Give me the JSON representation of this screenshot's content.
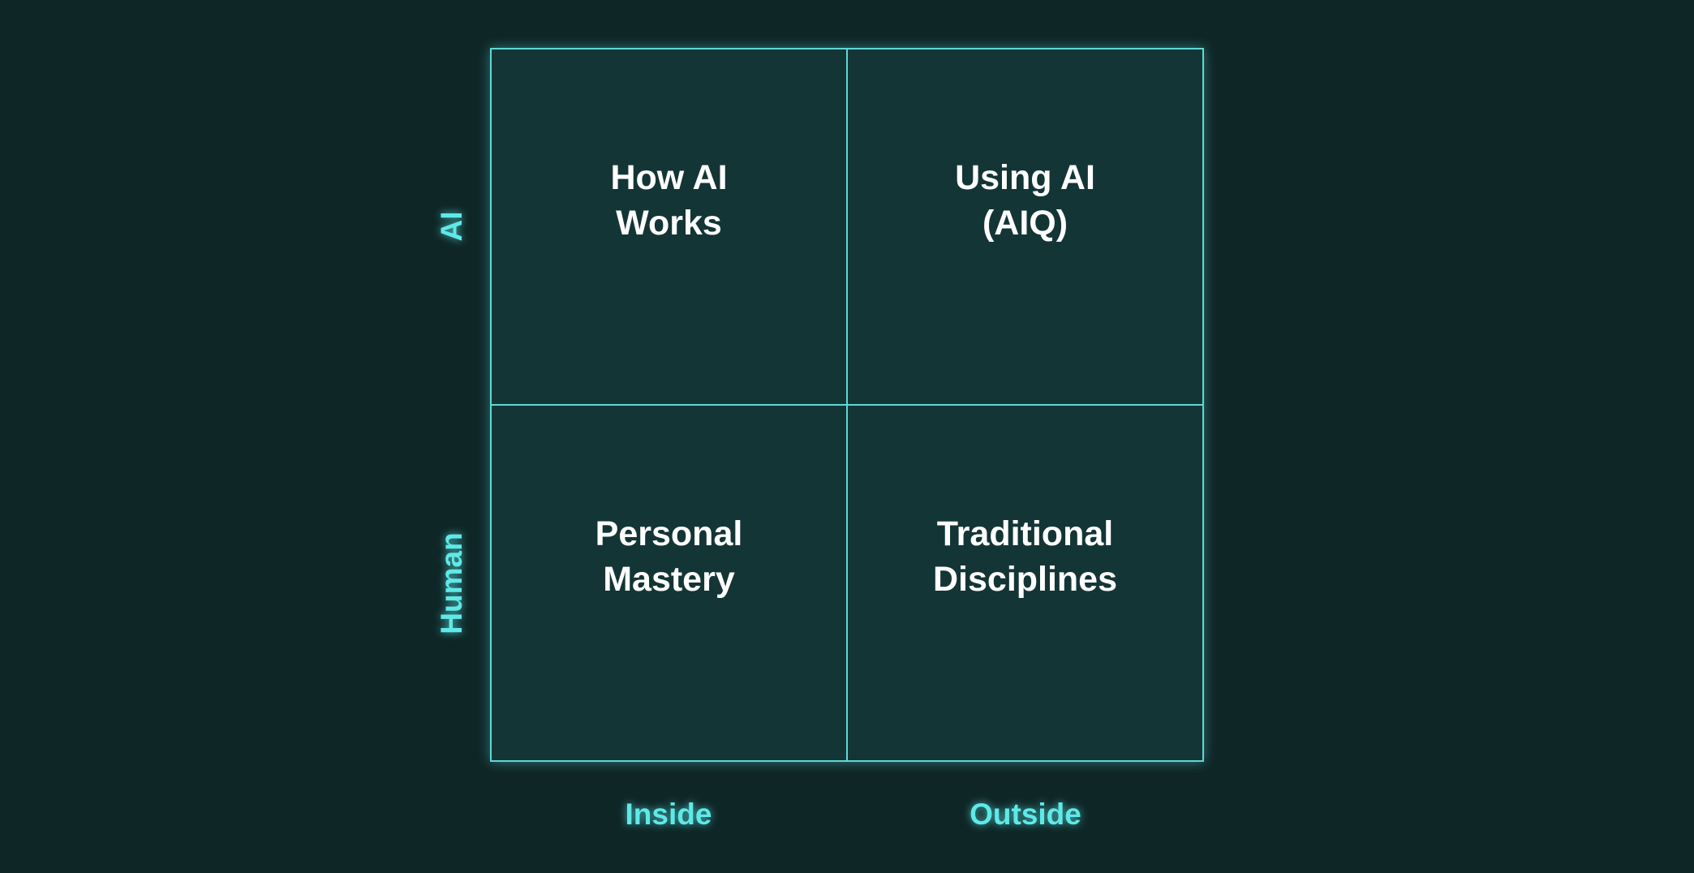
{
  "quadrants": {
    "top_left": "How AI\nWorks",
    "top_right": "Using AI\n(AIQ)",
    "bottom_left": "Personal\nMastery",
    "bottom_right": "Traditional\nDisciplines"
  },
  "axes": {
    "x": [
      "Inside",
      "Outside"
    ],
    "y": [
      "AI",
      "Human"
    ]
  },
  "colors": {
    "background": "#0f2627",
    "cell_fill": "#143536",
    "grid_line": "#5fd8d6",
    "axis_text": "#5fe9e8",
    "cell_text": "#ffffff"
  }
}
